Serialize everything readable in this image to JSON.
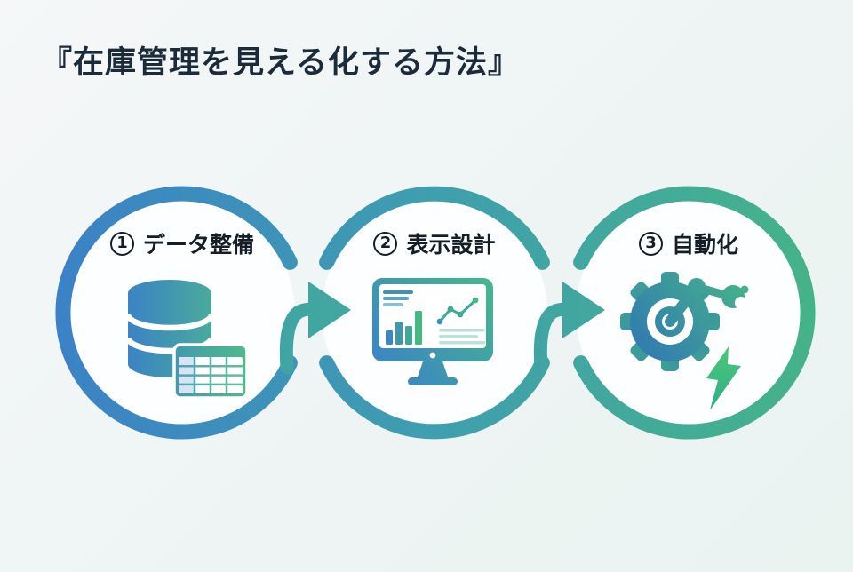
{
  "title": "『在庫管理を見える化する方法』",
  "steps": [
    {
      "number": "1",
      "circled_number": "①",
      "label": "データ整備",
      "icon": "database-table-icon"
    },
    {
      "number": "2",
      "circled_number": "②",
      "label": "表示設計",
      "icon": "monitor-dashboard-icon"
    },
    {
      "number": "3",
      "circled_number": "③",
      "label": "自動化",
      "icon": "gear-robot-arm-icon"
    }
  ],
  "connectors": [
    {
      "icon": "arrow-right-icon"
    },
    {
      "icon": "arrow-right-icon"
    }
  ],
  "colors": {
    "title_color": "#1c2b3a",
    "label_color": "#151d27",
    "flow_start": "#3b82c6",
    "flow_mid": "#3f9fae",
    "flow_end": "#45b389",
    "green_bar": "#41bb82",
    "bolt_top": "#4bc878",
    "bolt_bottom": "#2fae85",
    "bg_top": "#f5f7f8",
    "bg_bottom": "#e9f3f0",
    "circle_fill": "#fdfeff"
  }
}
